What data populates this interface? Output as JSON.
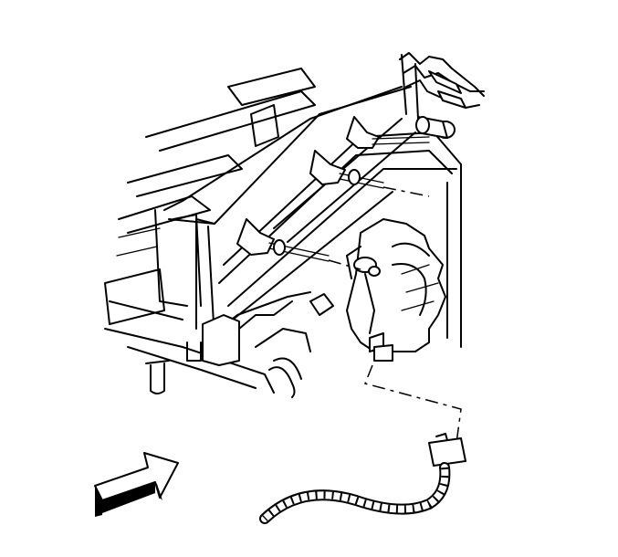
{
  "figure": {
    "kind": "technical-line-drawing",
    "colors": {
      "line": "#000000",
      "background": "#ffffff"
    },
    "parts": [
      {
        "name": "instrument-panel-carrier"
      },
      {
        "name": "hvac-module-housing"
      },
      {
        "name": "mode-door-actuator"
      },
      {
        "name": "actuator-mounting-screws",
        "count": 3
      },
      {
        "name": "electrical-connector"
      },
      {
        "name": "wiring-harness-conduit"
      },
      {
        "name": "front-of-vehicle-arrow",
        "icon": "arrow-icon"
      }
    ]
  }
}
